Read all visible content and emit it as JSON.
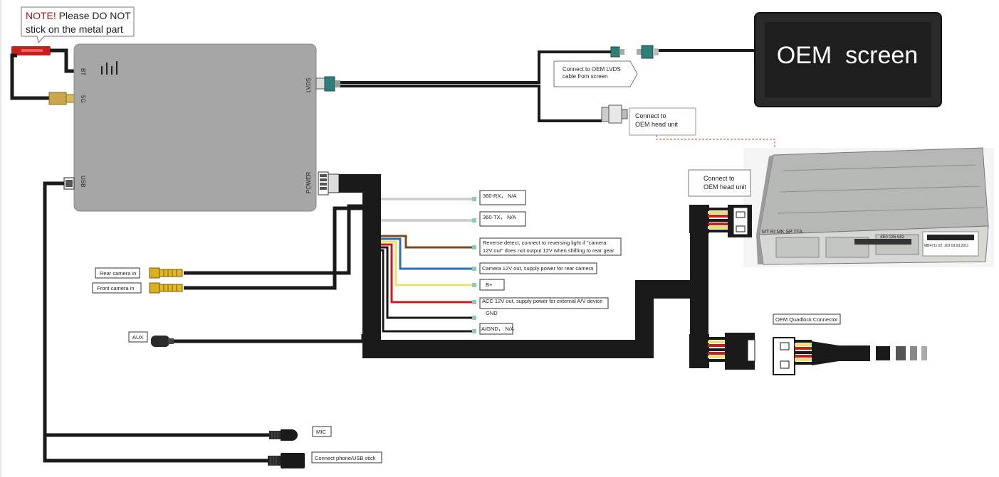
{
  "note": {
    "prefix": "NOTE!",
    "line1": " Please DO NOT",
    "line2": "stick on the metal part"
  },
  "module": {
    "port_bt": "BT",
    "port_5g": "5G",
    "port_usb": "USB",
    "port_lvds": "LVDS",
    "port_power": "POWER"
  },
  "oem_screen": "OEM  screen",
  "callouts": {
    "lvds_line1": "Connect to OEM LVDS",
    "lvds_line2": "cable from screen",
    "head_unit_top_line1": "Connect to",
    "head_unit_top_line2": "OEM head unit",
    "head_unit_mid_line1": "Connect to",
    "head_unit_mid_line2": "OEM head unit",
    "quadlock": "OEM Quadlock Connector"
  },
  "head_unit_label": {
    "row": "MT  RI  MK  SP  TTA",
    "part": "4E0 035 682",
    "serial": "MB4711 02. 103 03.03.2011"
  },
  "wires": {
    "rx": "360-RX， N/A",
    "tx": "360-TX， N/A",
    "reverse_line1": "Reverse detect, connect to reversing light if \"camera",
    "reverse_line2": "12V out\" does not output 12V when shifting to rear gear",
    "camera12v": "Camera 12V out, supply power for rear camera",
    "bplus": "B+",
    "acc": "ACC 12V out, supply power for external A/V device",
    "gnd": "GND",
    "agnd": "A/GND， N/A"
  },
  "inputs": {
    "rear_camera": "Rear camera in",
    "front_camera": "Front camera in",
    "aux": "AUX",
    "mic": "MIC",
    "usb": "Connect phone/USB stick"
  },
  "colors": {
    "wire_black": "#1a1a1a",
    "module_gray": "#a6a6a6",
    "lvds_teal": "#2e7f7a",
    "brown": "#7a4a1e",
    "blue": "#2a6fb5",
    "yellow": "#e8e070",
    "red": "#c21f1f",
    "rca_yellow": "#d8b020",
    "note_red": "#a31515"
  }
}
